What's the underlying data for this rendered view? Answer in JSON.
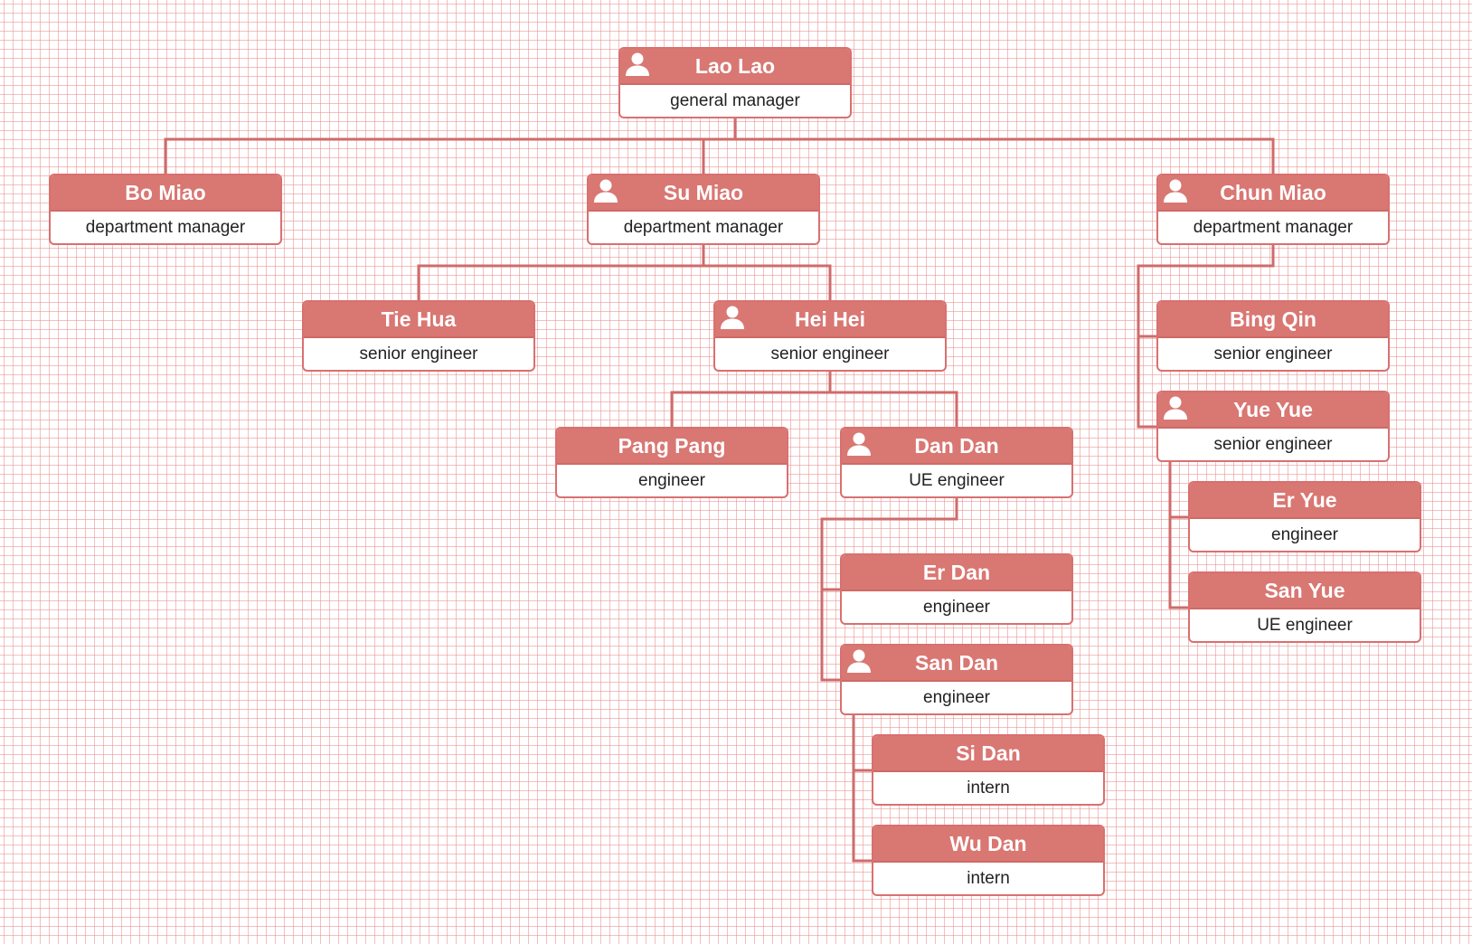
{
  "org_chart": {
    "nodes": [
      {
        "id": "lao-lao",
        "name": "Lao Lao",
        "title": "general manager",
        "has_icon": true
      },
      {
        "id": "bo-miao",
        "name": "Bo Miao",
        "title": "department manager",
        "has_icon": false
      },
      {
        "id": "su-miao",
        "name": "Su Miao",
        "title": "department manager",
        "has_icon": true
      },
      {
        "id": "chun-miao",
        "name": "Chun Miao",
        "title": "department manager",
        "has_icon": true
      },
      {
        "id": "tie-hua",
        "name": "Tie Hua",
        "title": "senior engineer",
        "has_icon": false
      },
      {
        "id": "hei-hei",
        "name": "Hei Hei",
        "title": "senior engineer",
        "has_icon": true
      },
      {
        "id": "pang-pang",
        "name": "Pang Pang",
        "title": "engineer",
        "has_icon": false
      },
      {
        "id": "dan-dan",
        "name": "Dan Dan",
        "title": "UE engineer",
        "has_icon": true
      },
      {
        "id": "er-dan",
        "name": "Er Dan",
        "title": "engineer",
        "has_icon": false
      },
      {
        "id": "san-dan",
        "name": "San Dan",
        "title": "engineer",
        "has_icon": true
      },
      {
        "id": "si-dan",
        "name": "Si Dan",
        "title": "intern",
        "has_icon": false
      },
      {
        "id": "wu-dan",
        "name": "Wu Dan",
        "title": "intern",
        "has_icon": false
      },
      {
        "id": "bing-qin",
        "name": "Bing Qin",
        "title": "senior engineer",
        "has_icon": false
      },
      {
        "id": "yue-yue",
        "name": "Yue Yue",
        "title": "senior engineer",
        "has_icon": true
      },
      {
        "id": "er-yue",
        "name": "Er Yue",
        "title": "engineer",
        "has_icon": false
      },
      {
        "id": "san-yue",
        "name": "San Yue",
        "title": "UE engineer",
        "has_icon": false
      }
    ],
    "reports": [
      {
        "manager": "lao-lao",
        "staff": [
          "bo-miao",
          "su-miao",
          "chun-miao"
        ]
      },
      {
        "manager": "su-miao",
        "staff": [
          "tie-hua",
          "hei-hei"
        ]
      },
      {
        "manager": "hei-hei",
        "staff": [
          "pang-pang",
          "dan-dan"
        ]
      },
      {
        "manager": "dan-dan",
        "staff": [
          "er-dan",
          "san-dan"
        ]
      },
      {
        "manager": "san-dan",
        "staff": [
          "si-dan",
          "wu-dan"
        ]
      },
      {
        "manager": "chun-miao",
        "staff": [
          "bing-qin",
          "yue-yue"
        ]
      },
      {
        "manager": "yue-yue",
        "staff": [
          "er-yue",
          "san-yue"
        ]
      }
    ],
    "colors": {
      "header": "#d97773",
      "border": "#d97070",
      "connector": "#d06b6b",
      "grid": "#e88c8c"
    },
    "icon": "person-icon"
  }
}
